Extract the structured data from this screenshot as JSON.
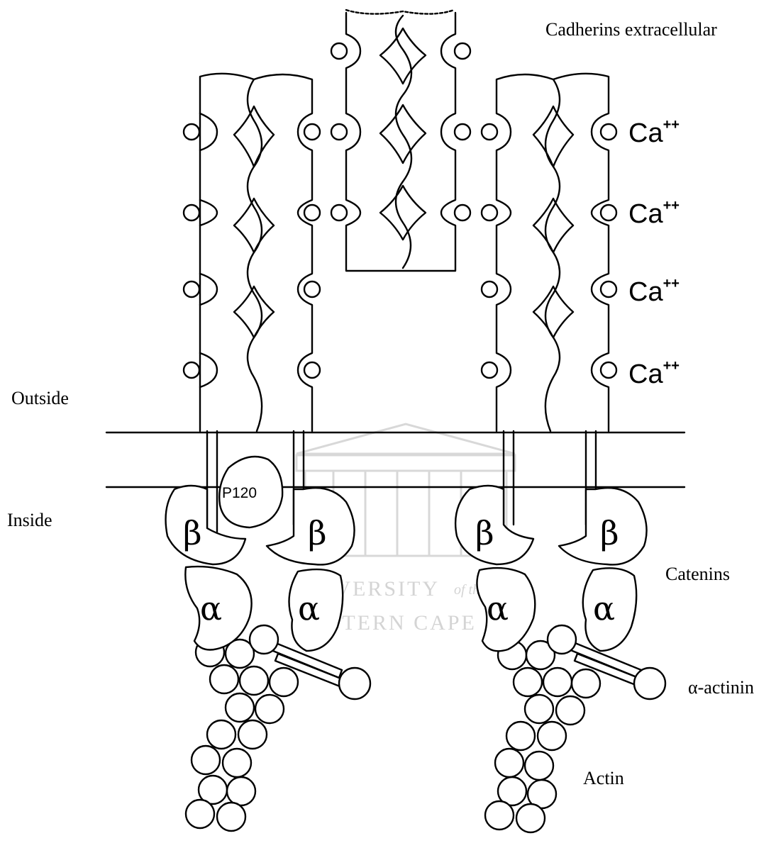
{
  "labels": {
    "cadherins": "Cadherins extracellular",
    "outside": "Outside",
    "inside": "Inside",
    "catenins": "Catenins",
    "actinin": "α-actinin",
    "actin": "Actin"
  },
  "calcium": {
    "base": "Ca",
    "charge": "++",
    "count_shown": 4
  },
  "proteins": {
    "beta": "β",
    "alpha": "α",
    "p120": "P120"
  },
  "watermark": {
    "line1": "UNIVERSITY",
    "of_the": "of the",
    "line2": "WESTERN CAPE"
  }
}
